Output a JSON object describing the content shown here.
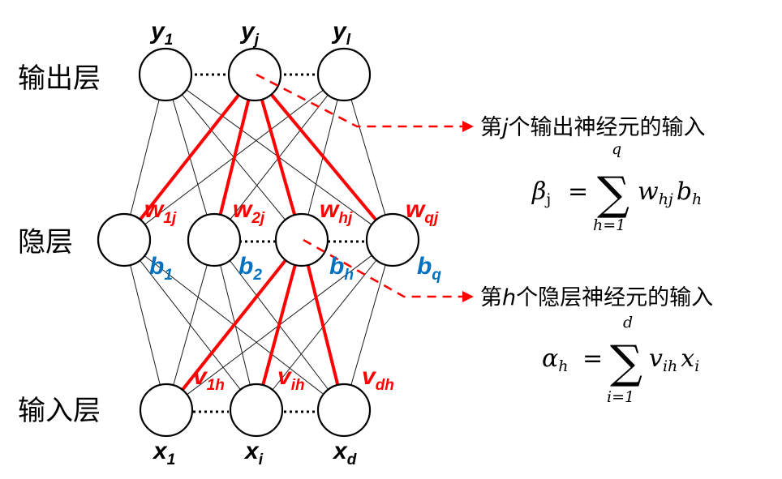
{
  "layers": {
    "output_label": "输出层",
    "hidden_label": "隐层",
    "input_label": "输入层"
  },
  "output_nodes": [
    {
      "var": "y",
      "sub": "1"
    },
    {
      "var": "y",
      "sub": "j"
    },
    {
      "var": "y",
      "sub": "l"
    }
  ],
  "hidden_biases": [
    {
      "var": "b",
      "sub": "1"
    },
    {
      "var": "b",
      "sub": "2"
    },
    {
      "var": "b",
      "sub": "h"
    },
    {
      "var": "b",
      "sub": "q"
    }
  ],
  "input_nodes": [
    {
      "var": "x",
      "sub": "1"
    },
    {
      "var": "x",
      "sub": "i"
    },
    {
      "var": "x",
      "sub": "d"
    }
  ],
  "output_weights": [
    {
      "var": "w",
      "sub": "1j"
    },
    {
      "var": "w",
      "sub": "2j"
    },
    {
      "var": "w",
      "sub": "hj"
    },
    {
      "var": "w",
      "sub": "qj"
    }
  ],
  "input_weights": [
    {
      "var": "v",
      "sub": "1h"
    },
    {
      "var": "v",
      "sub": "ih"
    },
    {
      "var": "v",
      "sub": "dh"
    }
  ],
  "annotations": {
    "output_input": {
      "pre": "第",
      "var": "j",
      "post": "个输出神经元的输入"
    },
    "hidden_input": {
      "pre": "第",
      "var": "h",
      "post": "个隐层神经元的输入"
    }
  },
  "formulas": {
    "beta": {
      "lhs": "β",
      "lhs_sub": "j",
      "eq": "=",
      "upper": "q",
      "lower": "h=1",
      "term1": "w",
      "term1_sub": "hj",
      "term2": "b",
      "term2_sub": "h"
    },
    "alpha": {
      "lhs": "α",
      "lhs_sub": "h",
      "eq": "=",
      "upper": "d",
      "lower": "i=1",
      "term1": "v",
      "term1_sub": "ih",
      "term2": "x",
      "term2_sub": "i"
    }
  },
  "colors": {
    "highlight": "#ff0000",
    "bias": "#0070c0",
    "node_stroke": "#000000",
    "text": "#000000"
  }
}
